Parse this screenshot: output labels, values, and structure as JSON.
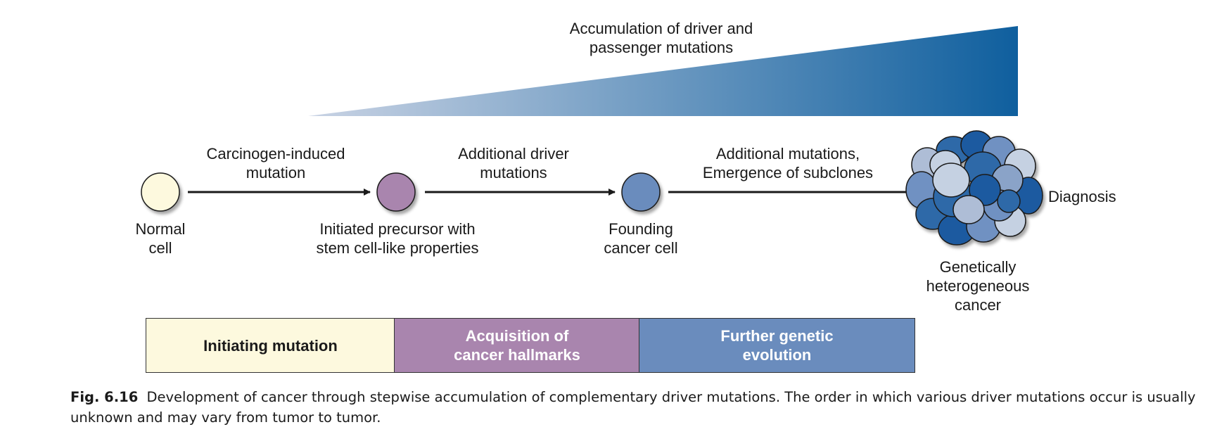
{
  "accumulation_label": [
    "Accumulation of driver and",
    "passenger mutations"
  ],
  "colors": {
    "normal_cell": "#fdf9de",
    "precursor_cell": "#a985ae",
    "founding_cell": "#6a8cbd",
    "wedge_start": "#c9d3e4",
    "wedge_end": "#0f5f9e",
    "stage_initiating": "#fdf9de",
    "stage_hallmarks": "#a985ae",
    "stage_evolution": "#6a8cbd"
  },
  "transitions": [
    {
      "lines": [
        "Carcinogen-induced",
        "mutation"
      ]
    },
    {
      "lines": [
        "Additional driver",
        "mutations"
      ]
    },
    {
      "lines": [
        "Additional mutations,",
        "Emergence of subclones"
      ]
    }
  ],
  "cells": [
    {
      "lines": [
        "Normal",
        "cell"
      ]
    },
    {
      "lines": [
        "Initiated precursor with",
        "stem cell-like properties"
      ]
    },
    {
      "lines": [
        "Founding",
        "cancer cell"
      ]
    },
    {
      "lines": [
        "Genetically",
        "heterogeneous",
        "cancer"
      ]
    }
  ],
  "diagnosis_label": "Diagnosis",
  "stages": [
    {
      "lines": [
        "Initiating mutation"
      ],
      "text_color": "#1a1a1a"
    },
    {
      "lines": [
        "Acquisition of",
        "cancer hallmarks"
      ],
      "text_color": "#ffffff"
    },
    {
      "lines": [
        "Further genetic",
        "evolution"
      ],
      "text_color": "#ffffff"
    }
  ],
  "caption": {
    "figure_number": "Fig. 6.16",
    "text": "Development of cancer through stepwise accumulation of complementary driver mutations. The order in which various driver mutations occur is usually unknown and may vary from tumor to tumor."
  }
}
